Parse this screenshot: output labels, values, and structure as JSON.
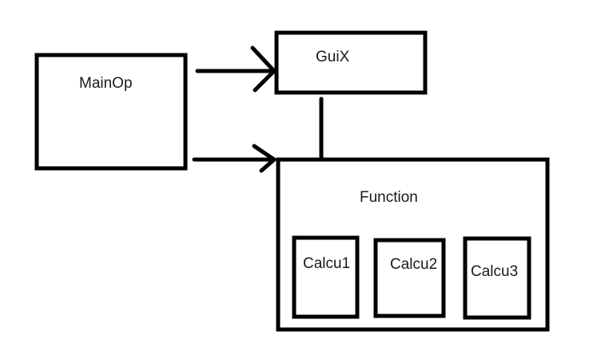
{
  "diagram": {
    "nodes": {
      "mainop": {
        "label": "MainOp"
      },
      "guix": {
        "label": "GuiX"
      },
      "function": {
        "label": "Function"
      },
      "calcu1": {
        "label": "Calcu1"
      },
      "calcu2": {
        "label": "Calcu2"
      },
      "calcu3": {
        "label": "Calcu3"
      }
    },
    "edges": [
      {
        "from": "MainOp",
        "to": "GuiX",
        "type": "arrow"
      },
      {
        "from": "MainOp",
        "to": "Function",
        "type": "arrow"
      },
      {
        "from": "GuiX",
        "to": "Function",
        "type": "line"
      }
    ],
    "colors": {
      "stroke": "#000000",
      "text": "#1a1a1a",
      "background": "#ffffff"
    }
  }
}
